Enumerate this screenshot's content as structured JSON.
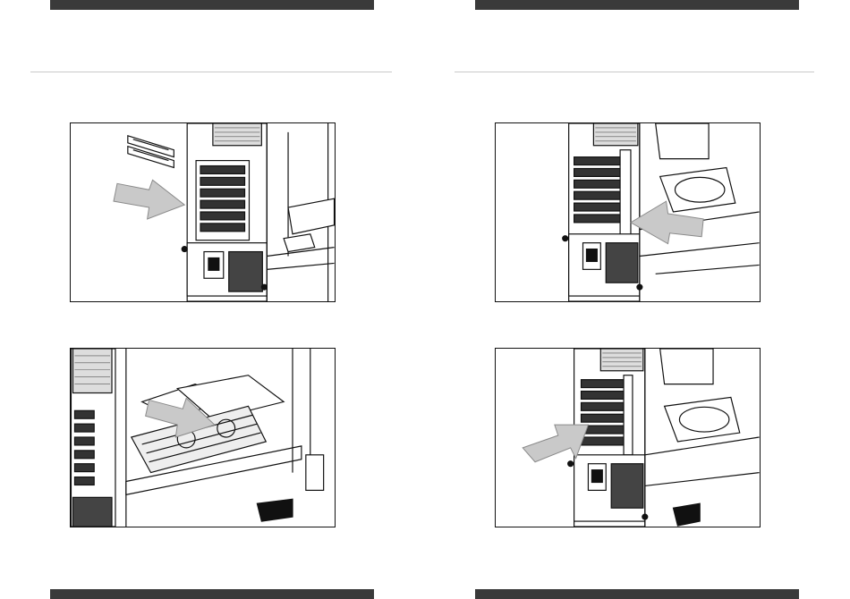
{
  "page": {
    "colors": {
      "header_bar": "#3a3a3a",
      "rule": "#c8c8c8",
      "line_art": "#111111",
      "arrow_fill": "#c9c9c9",
      "arrow_stroke": "#8a8a8a"
    },
    "illustrations": [
      {
        "id": "step-1",
        "depicts": "pci-slot-covers-removed",
        "icon": "arrow-right-down-icon"
      },
      {
        "id": "step-2",
        "depicts": "gpu-bracket-inserted",
        "icon": "arrow-left-up-icon"
      },
      {
        "id": "step-3",
        "depicts": "graphics-card-installed",
        "icon": "arrow-right-down-icon"
      },
      {
        "id": "step-4",
        "depicts": "bracket-secured",
        "icon": "arrow-right-up-icon"
      }
    ]
  }
}
